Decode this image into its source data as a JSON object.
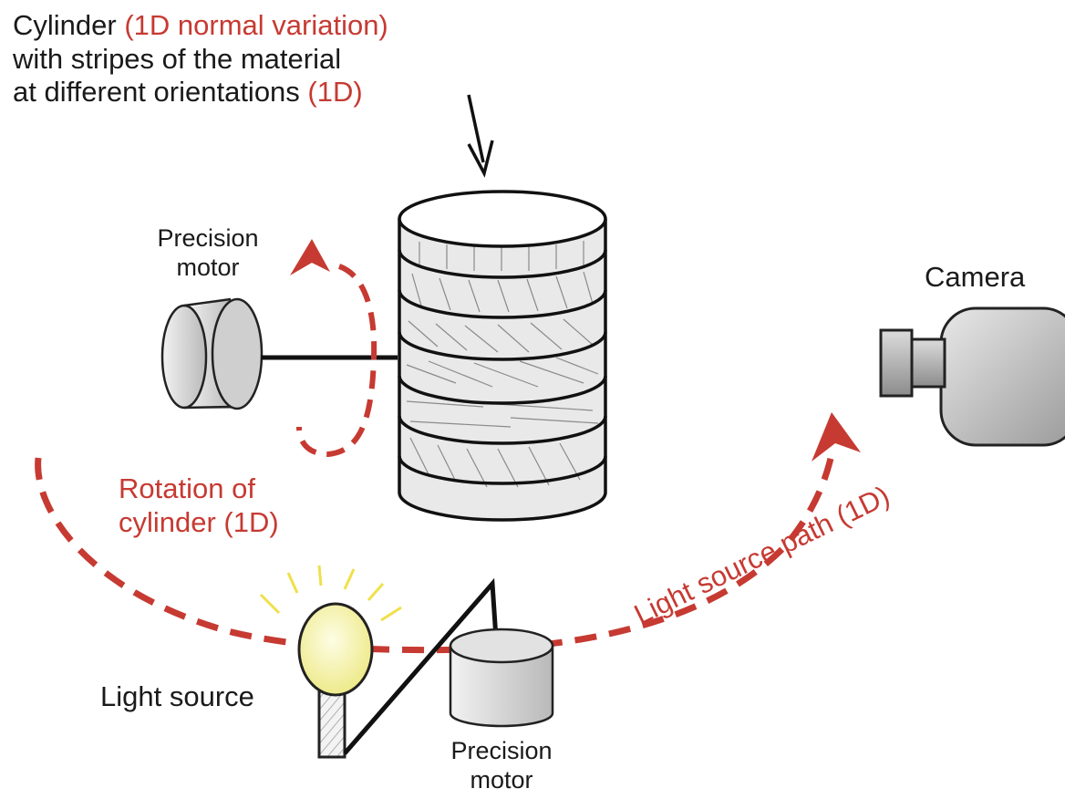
{
  "colors": {
    "accent_red": "#c63a32",
    "text_dark": "#1a1a1a",
    "stroke_dark": "#111111",
    "gray_fill": "#d3d3d3",
    "bulb_yellow": "#f2f09a"
  },
  "title_block": {
    "line1_prefix": "Cylinder ",
    "line1_red": "(1D normal variation)",
    "line2": "with stripes of the material",
    "line3_prefix": "at different orientations ",
    "line3_red": "(1D)"
  },
  "labels": {
    "precision_motor_left": {
      "line1": "Precision",
      "line2": "motor"
    },
    "camera": "Camera",
    "rotation": {
      "line1": "Rotation of",
      "line2": "cylinder (1D)"
    },
    "light_source_path": "Light source path (1D)",
    "light_source": "Light source",
    "precision_motor_bottom": {
      "line1": "Precision",
      "line2": "motor"
    }
  },
  "icons": [
    "cylinder-icon",
    "motor-icon",
    "camera-icon",
    "light-bulb-icon",
    "arrow-down-icon",
    "arrow-head-icon"
  ]
}
